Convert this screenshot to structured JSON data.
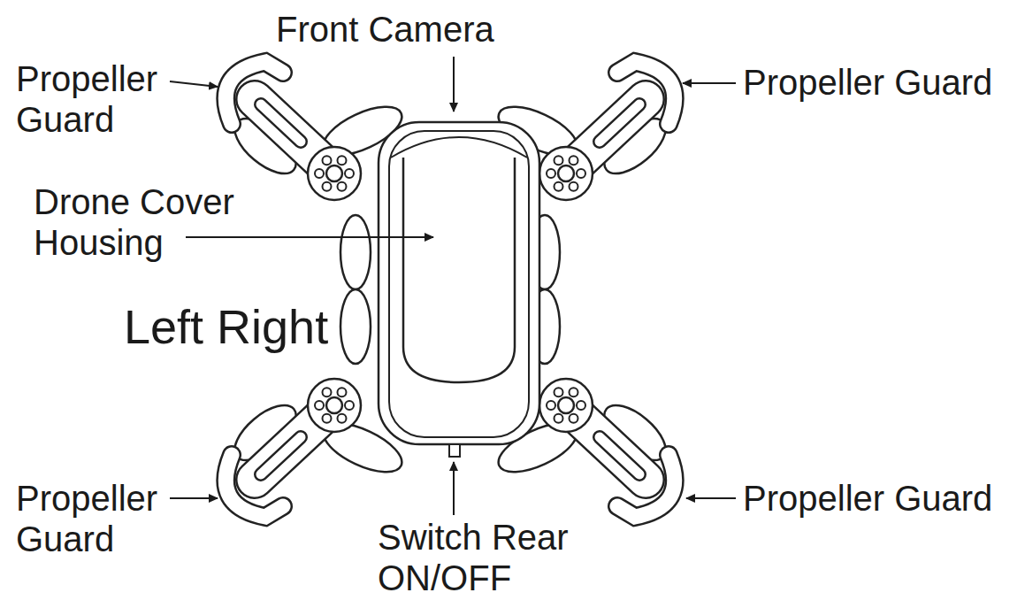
{
  "diagram": {
    "labels": [
      "Front Camera",
      "Propeller Guard",
      "Propeller Guard",
      "Drone Cover Housing",
      "Left Right",
      "Propeller Guard",
      "Propeller Guard",
      "Switch Rear ON/OFF"
    ]
  }
}
